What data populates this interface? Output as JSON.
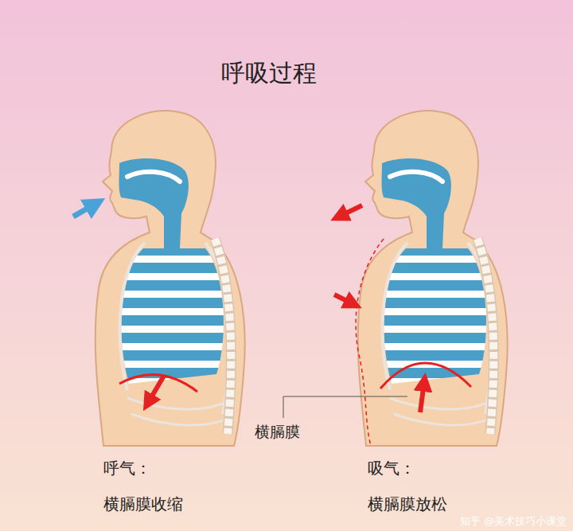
{
  "diagram": {
    "title": "呼吸过程",
    "labels": [
      "横膈膜",
      "呼气：",
      "横膈膜收缩",
      "吸气：",
      "横膈膜放松",
      "知乎 @美术技巧小课堂"
    ]
  }
}
